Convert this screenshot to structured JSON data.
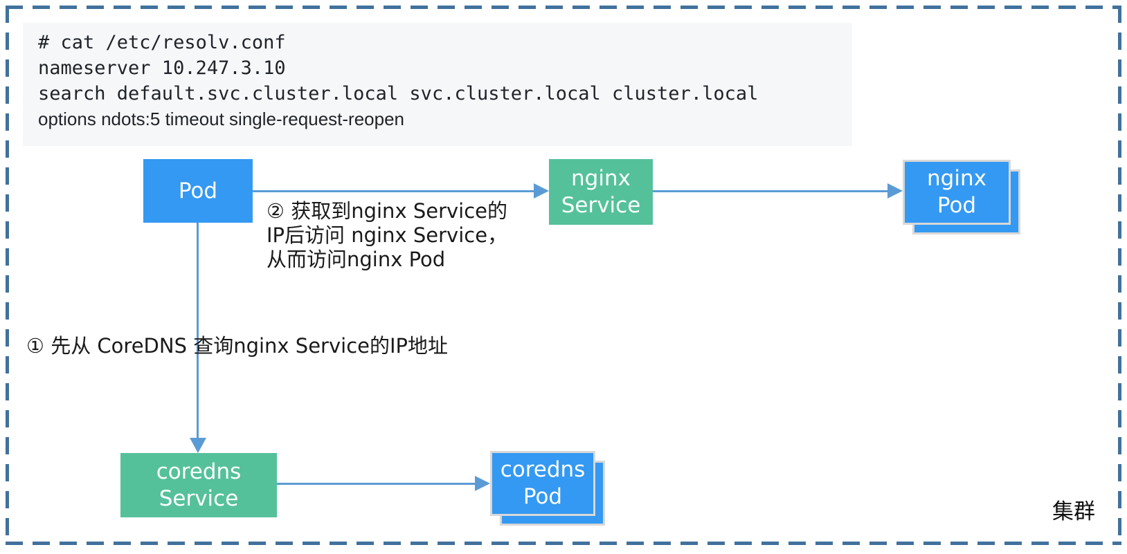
{
  "code_block": {
    "line1": "# cat /etc/resolv.conf",
    "line2": "nameserver 10.247.3.10",
    "line3": "search default.svc.cluster.local svc.cluster.local cluster.local",
    "line4": "options ndots:5 timeout single-request-reopen"
  },
  "nodes": {
    "pod": "Pod",
    "nginx_service": "nginx\nService",
    "nginx_pod": "nginx\nPod",
    "coredns_service": "coredns\nService",
    "coredns_pod": "coredns\nPod"
  },
  "annotations": {
    "step1": "① 先从 CoreDNS 查询nginx Service的IP地址",
    "step2": "② 获取到nginx Service的\nIP后访问  nginx Service，\n从而访问nginx Pod"
  },
  "cluster_label": "集群",
  "colors": {
    "pod_blue": "#3499F2",
    "service_green": "#55C19B",
    "arrow_blue": "#5B9BD5",
    "cluster_border_blue": "#41719C",
    "stack_border_gray": "#D8D8D8",
    "code_background": "#F6F7F8"
  }
}
